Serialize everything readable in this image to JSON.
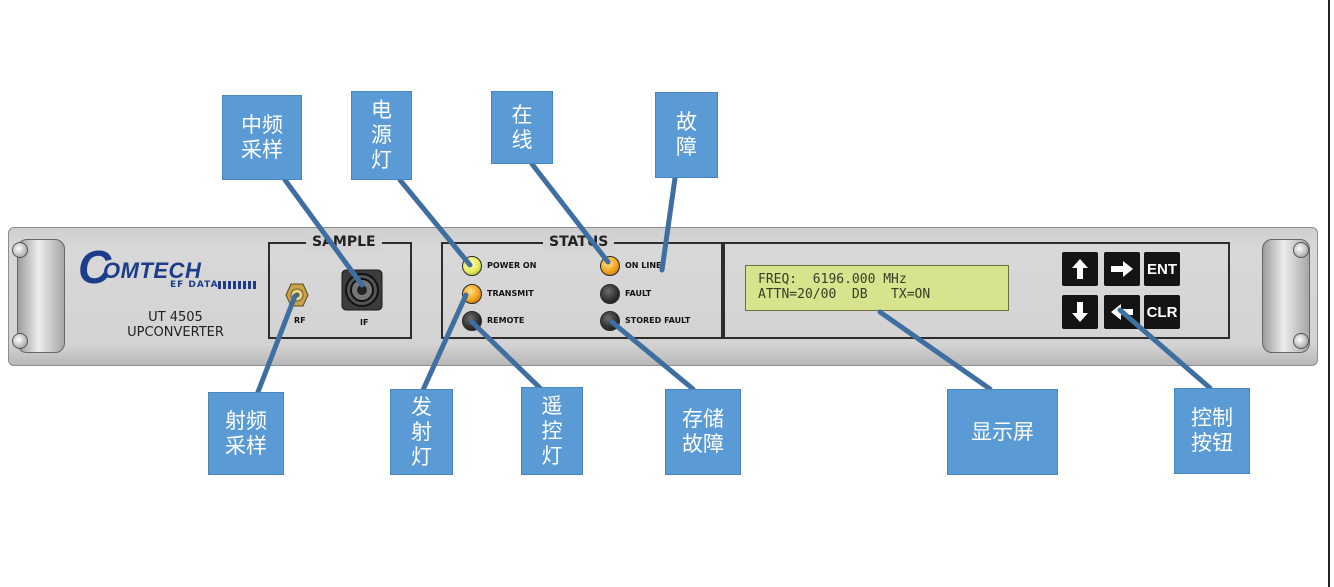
{
  "device": {
    "brand": "OMTECH",
    "brand_initial": "C",
    "brand_sub": "EF DATA",
    "model_line1": "UT 4505",
    "model_line2": "UPCONVERTER",
    "sample_title": "SAMPLE",
    "status_title": "STATUS",
    "port_rf_label": "RF",
    "port_if_label": "IF",
    "leds": {
      "power_on": "POWER ON",
      "transmit": "TRANSMIT",
      "remote": "REMOTE",
      "on_line": "ON LINE",
      "fault": "FAULT",
      "stored_fault": "STORED FAULT"
    },
    "led_colors": {
      "power_on": "#e7e85a",
      "transmit": "#f2a21a",
      "on_line": "#f2a21a",
      "off": "#2d2d2d"
    },
    "display": {
      "line1": "FREQ:  6196.000 MHz",
      "line2": "ATTN=20/00  DB   TX=ON"
    },
    "keys": {
      "up": "arrow-up-icon",
      "right": "arrow-right-icon",
      "down": "arrow-down-icon",
      "left": "arrow-left-icon",
      "ent": "ENT",
      "clr": "CLR"
    }
  },
  "callouts": {
    "if_sample": "中频\n采样",
    "power_light": "电\n源\n灯",
    "online": "在\n线",
    "fault": "故\n障",
    "rf_sample": "射频\n采样",
    "transmit_light": "发\n射\n灯",
    "remote_light": "遥\n控\n灯",
    "stored_fault": "存储\n故障",
    "display": "显示屏",
    "control_buttons": "控制\n按钮"
  },
  "colors": {
    "callout_bg": "#5b9bd5",
    "lcd_bg": "#d7e38d",
    "brand": "#1d3d8a"
  }
}
